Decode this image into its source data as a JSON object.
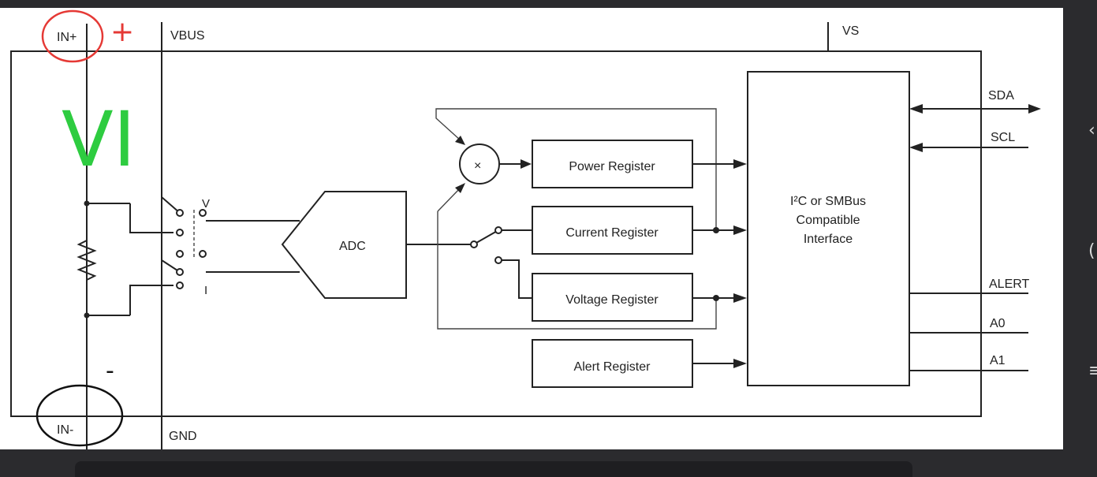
{
  "pins": {
    "in_plus": "IN+",
    "in_minus": "IN-",
    "vbus": "VBUS",
    "vs": "VS",
    "gnd": "GND",
    "sda": "SDA",
    "scl": "SCL",
    "alert": "ALERT",
    "a0": "A0",
    "a1": "A1"
  },
  "switch_labels": {
    "v": "V",
    "i": "I"
  },
  "blocks": {
    "adc": "ADC",
    "multiplier": "×",
    "power_register": "Power Register",
    "current_register": "Current Register",
    "voltage_register": "Voltage Register",
    "alert_register": "Alert Register",
    "interface_line1": "I²C or SMBus",
    "interface_line2": "Compatible",
    "interface_line3": "Interface"
  },
  "annotations": {
    "plus_mark": "+",
    "minus_mark": "-",
    "vi_note": "VI",
    "plus_color": "#e53935",
    "vi_color": "#2ecc40",
    "ink_color": "#111111"
  },
  "ui": {
    "rail_icon_top": "chevron-left-icon",
    "rail_icon_mid": "bracket-icon",
    "rail_icon_bottom": "menu-icon"
  }
}
